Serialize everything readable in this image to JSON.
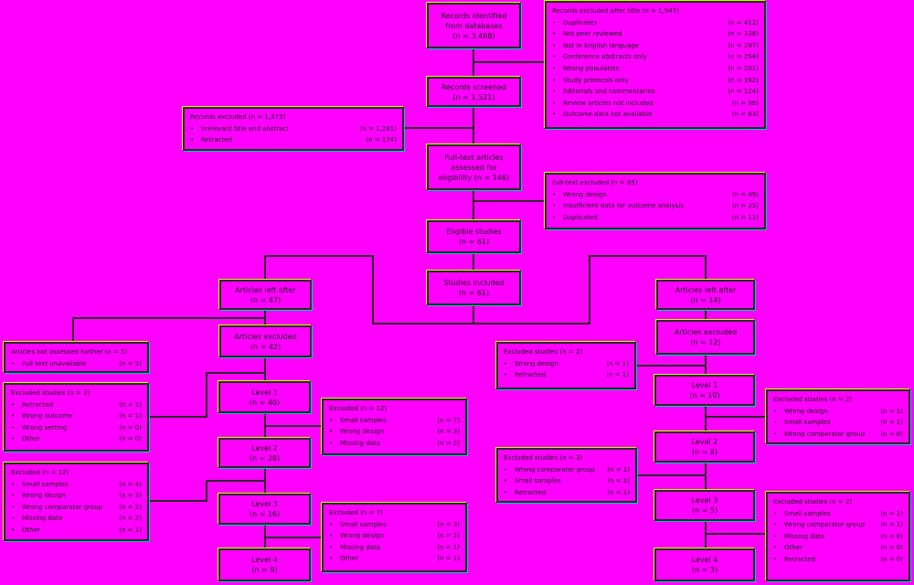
{
  "boxes": {
    "identified": [
      "Records identified",
      "from databases",
      "(n = 3,468)"
    ],
    "screened": [
      "Records screened",
      "(n = 1,521)"
    ],
    "assessed": [
      "Full-text articles",
      "assessed for",
      "eligibility (n = 146)"
    ],
    "eligible": [
      "Eligible studies",
      "(n = 61)"
    ],
    "included": [
      "Studies included",
      "(n = 61)"
    ],
    "left_a": [
      "Articles left after",
      "(n = 47)"
    ],
    "left_b": [
      "Articles excluded",
      "(n = 42)"
    ],
    "left_c": [
      "Level 1",
      "(n = 40)"
    ],
    "left_d": [
      "Level 2",
      "(n = 28)"
    ],
    "left_e": [
      "Level 3",
      "(n = 16)"
    ],
    "left_f": [
      "Level 4",
      "(n = 9)"
    ],
    "right_a": [
      "Articles left after",
      "(n = 14)"
    ],
    "right_b": [
      "Articles excluded",
      "(n = 12)"
    ],
    "right_c": [
      "Level 1",
      "(n = 10)"
    ],
    "right_d": [
      "Level 2",
      "(n = 8)"
    ],
    "right_e": [
      "Level 3",
      "(n = 5)"
    ],
    "right_f": [
      "Level 4",
      "(n = 3)"
    ]
  },
  "notes": {
    "n_excl_main": {
      "title": "Records excluded after title (n = 1,947)",
      "items": [
        {
          "label": "Duplicates",
          "n": "(n = 412)"
        },
        {
          "label": "Not peer reviewed",
          "n": "(n = 338)"
        },
        {
          "label": "Not in English language",
          "n": "(n = 297)"
        },
        {
          "label": "Conference abstracts only",
          "n": "(n = 254)"
        },
        {
          "label": "Wrong population",
          "n": "(n = 201)"
        },
        {
          "label": "Study protocols only",
          "n": "(n = 162)"
        },
        {
          "label": "Editorials and commentaries",
          "n": "(n = 124)"
        },
        {
          "label": "Review articles not included",
          "n": "(n = 96)"
        },
        {
          "label": "Outcome data not available",
          "n": "(n = 63)"
        }
      ]
    },
    "n_screen": {
      "title": "Records excluded (n = 1,375)",
      "items": [
        {
          "label": "Irrelevant title and abstract",
          "n": "(n = 1,201)"
        },
        {
          "label": "Retracted",
          "n": "(n = 174)"
        }
      ]
    },
    "n_fulltext": {
      "title": "Full-text excluded (n = 85)",
      "items": [
        {
          "label": "Wrong design",
          "n": "(n = 49)"
        },
        {
          "label": "Insufficient data for outcome analysis",
          "n": "(n = 25)"
        },
        {
          "label": "Duplicated",
          "n": "(n = 11)"
        }
      ]
    },
    "n_l1": {
      "title": "Articles not assessed further (n = 5)",
      "items": [
        {
          "label": "Full text unavailable",
          "n": "(n = 5)"
        }
      ]
    },
    "n_l2": {
      "title": "Excluded studies (n = 2)",
      "items": [
        {
          "label": "Retracted",
          "n": "(n = 1)"
        },
        {
          "label": "Wrong outcome",
          "n": "(n = 1)"
        },
        {
          "label": "Wrong setting",
          "n": "(n = 0)"
        },
        {
          "label": "Other",
          "n": "(n = 0)"
        }
      ]
    },
    "n_l3": {
      "title": "Excluded (n = 12)",
      "items": [
        {
          "label": "Small samples",
          "n": "(n = 7)"
        },
        {
          "label": "Wrong design",
          "n": "(n = 3)"
        },
        {
          "label": "Missing data",
          "n": "(n = 2)"
        }
      ]
    },
    "n_l4": {
      "title": "Excluded (n = 12)",
      "items": [
        {
          "label": "Small samples",
          "n": "(n = 4)"
        },
        {
          "label": "Wrong design",
          "n": "(n = 3)"
        },
        {
          "label": "Wrong comparator group",
          "n": "(n = 2)"
        },
        {
          "label": "Missing data",
          "n": "(n = 2)"
        },
        {
          "label": "Other",
          "n": "(n = 1)"
        }
      ]
    },
    "n_l5": {
      "title": "Excluded (n = 7)",
      "items": [
        {
          "label": "Small samples",
          "n": "(n = 3)"
        },
        {
          "label": "Wrong design",
          "n": "(n = 2)"
        },
        {
          "label": "Missing data",
          "n": "(n = 1)"
        },
        {
          "label": "Other",
          "n": "(n = 1)"
        }
      ]
    },
    "n_r1": {
      "title": "Excluded studies (n = 2)",
      "items": [
        {
          "label": "Wrong design",
          "n": "(n = 1)"
        },
        {
          "label": "Retracted",
          "n": "(n = 1)"
        }
      ]
    },
    "n_r2": {
      "title": "Excluded studies (n = 2)",
      "items": [
        {
          "label": "Wrong design",
          "n": "(n = 1)"
        },
        {
          "label": "Small samples",
          "n": "(n = 1)"
        },
        {
          "label": "Wrong comparator group",
          "n": "(n = 0)"
        }
      ]
    },
    "n_r3": {
      "title": "Excluded studies (n = 3)",
      "items": [
        {
          "label": "Wrong comparator group",
          "n": "(n = 1)"
        },
        {
          "label": "Small samples",
          "n": "(n = 1)"
        },
        {
          "label": "Retracted",
          "n": "(n = 1)"
        }
      ]
    },
    "n_r4": {
      "title": "Excluded studies (n = 2)",
      "items": [
        {
          "label": "Small samples",
          "n": "(n = 1)"
        },
        {
          "label": "Wrong comparator group",
          "n": "(n = 1)"
        },
        {
          "label": "Missing data",
          "n": "(n = 0)"
        },
        {
          "label": "Other",
          "n": "(n = 0)"
        },
        {
          "label": "Retracted",
          "n": "(n = 0)"
        }
      ]
    }
  }
}
